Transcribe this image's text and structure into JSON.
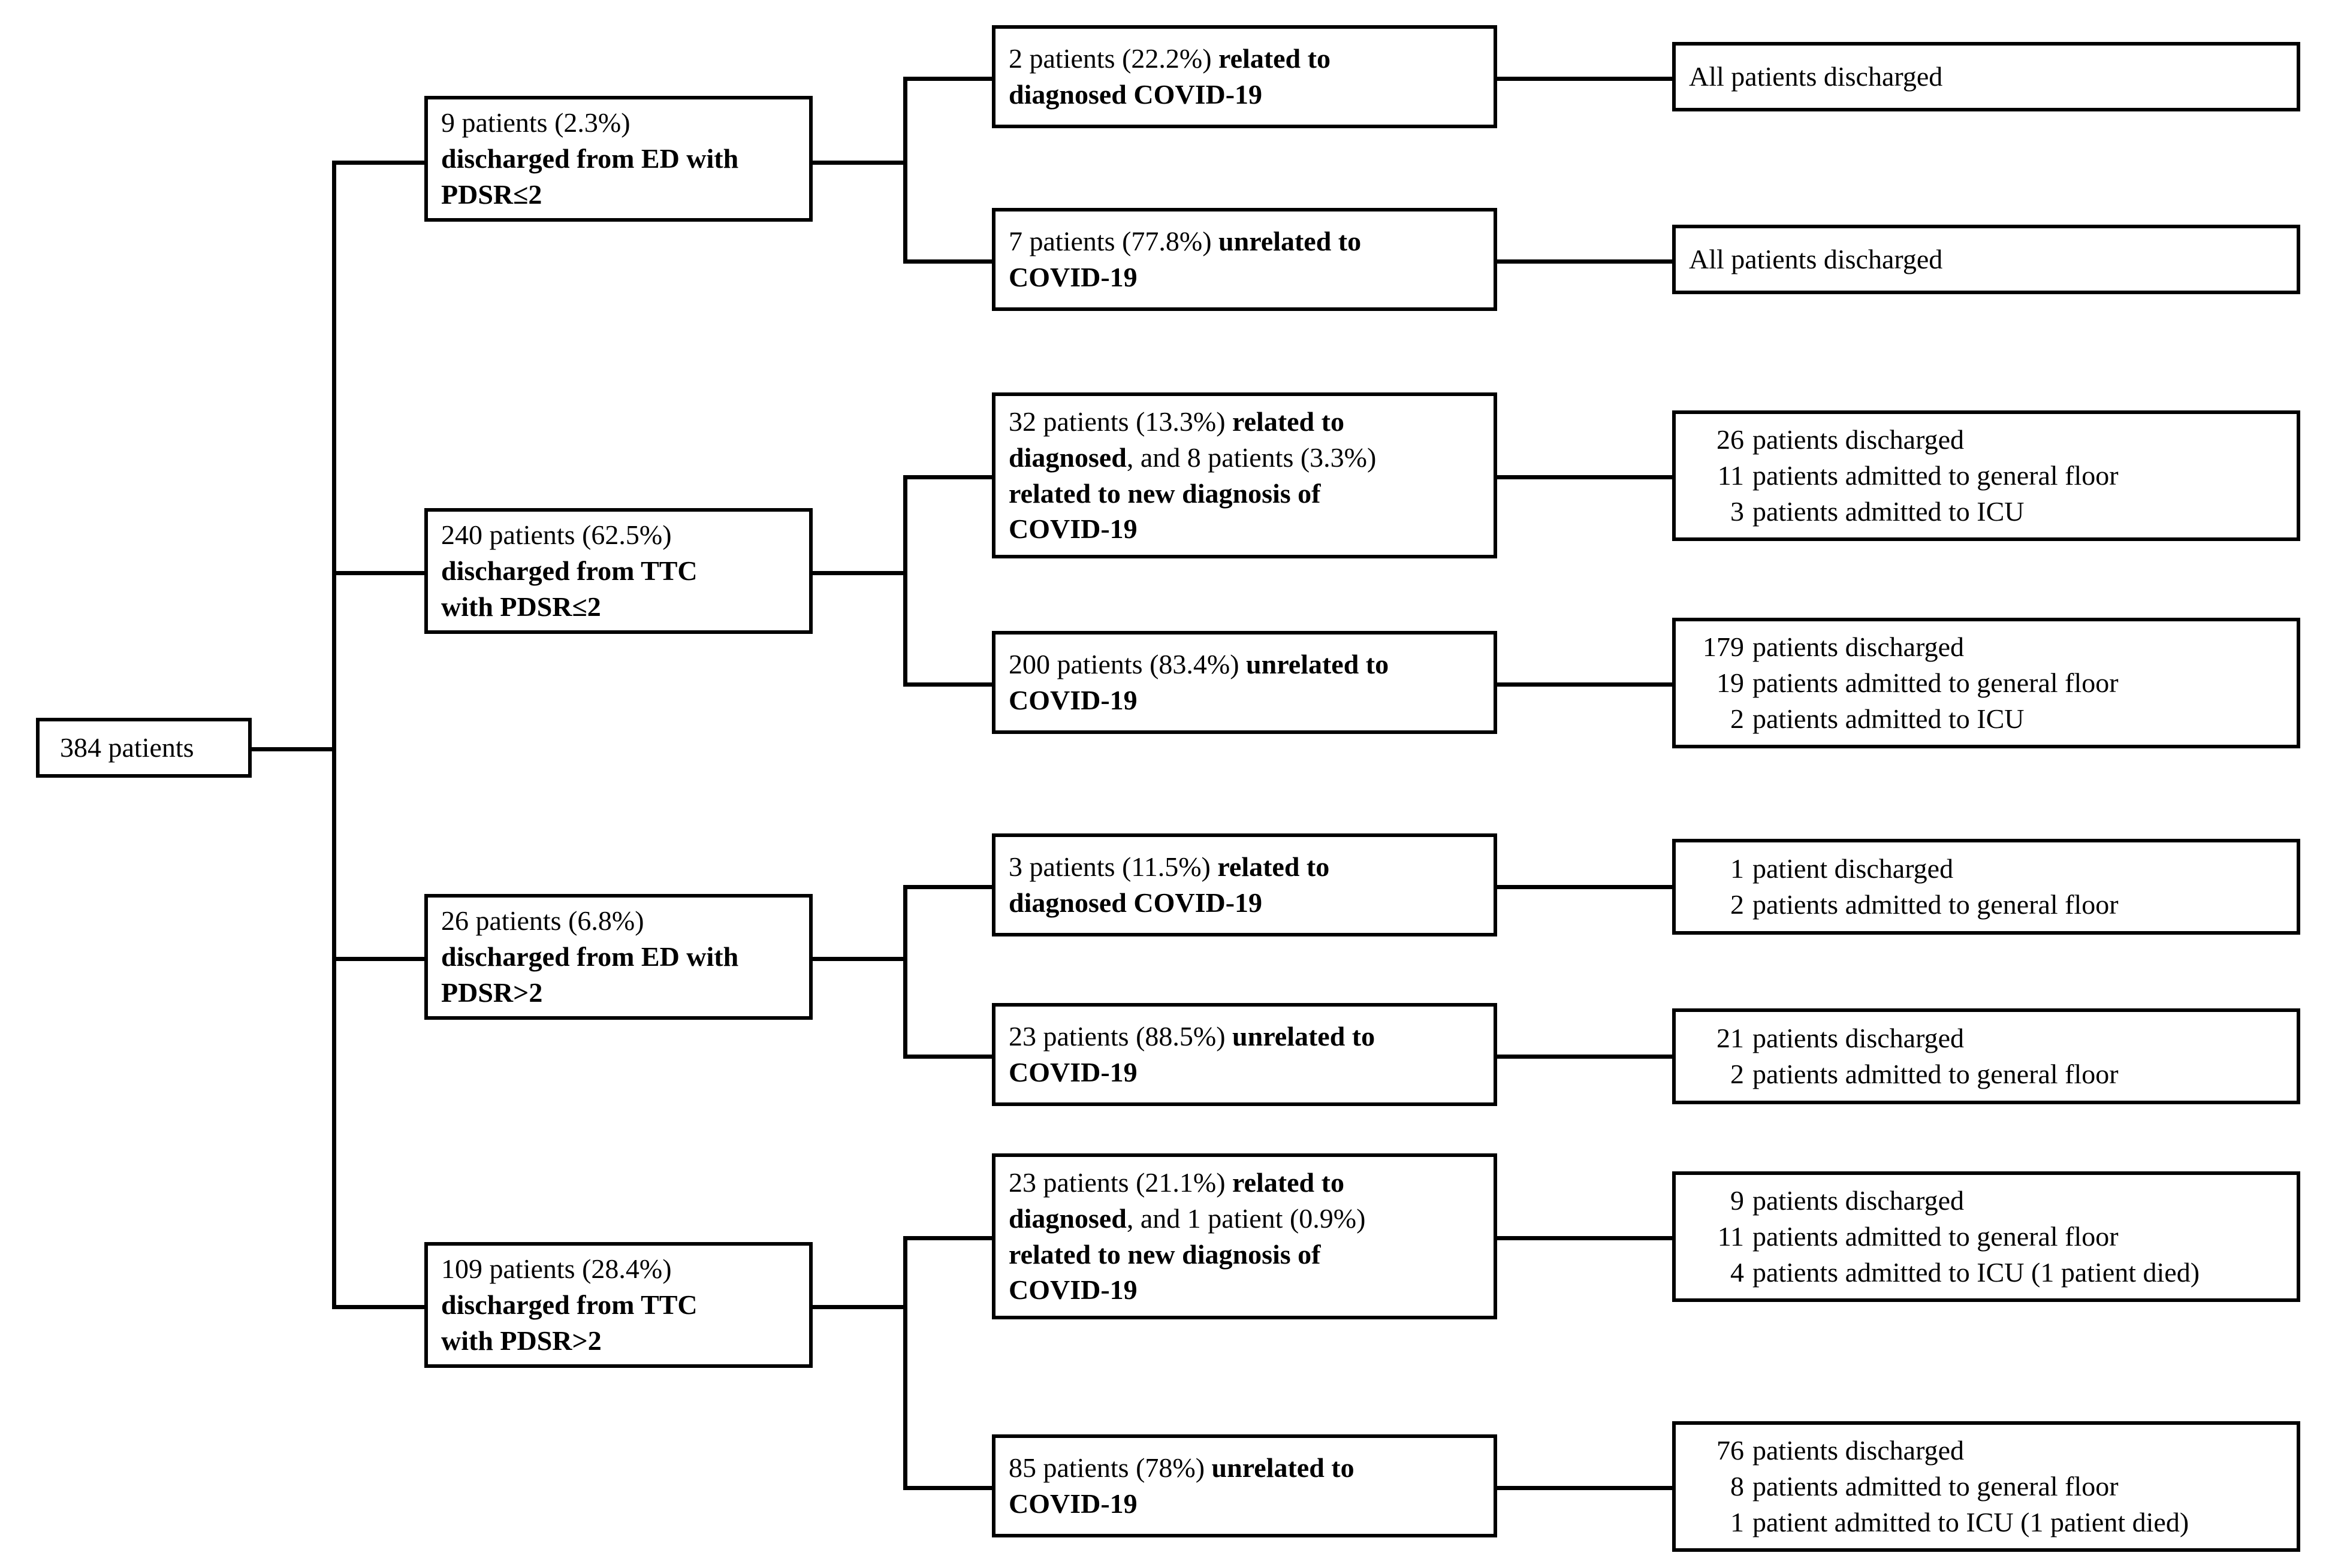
{
  "diagram": {
    "type": "flowchart",
    "title": "Patient disposition flow diagram",
    "root": {
      "label": "384 patients"
    },
    "branches": [
      {
        "id": "ed-pdsr-le2",
        "line1": "9 patients (2.3%)",
        "line2_bold": "discharged from ED with",
        "line3_bold": "PDSR≤2",
        "children": [
          {
            "id": "ed-le2-related",
            "plain1": "2 patients (22.2%) ",
            "bold1": "related to",
            "bold2": "diagnosed COVID-19",
            "outcome": {
              "simple": "All patients discharged",
              "lines": []
            }
          },
          {
            "id": "ed-le2-unrelated",
            "plain1": "7 patients (77.8%) ",
            "bold1": "unrelated to",
            "bold2": "COVID-19",
            "outcome": {
              "simple": "All patients discharged",
              "lines": []
            }
          }
        ]
      },
      {
        "id": "ttc-pdsr-le2",
        "line1": "240 patients (62.5%)",
        "line2_bold": "discharged from TTC",
        "line3_bold": "with PDSR≤2",
        "children": [
          {
            "id": "ttc-le2-related",
            "plain1": "32 patients (13.3%) ",
            "bold1": "related to",
            "bold2": "diagnosed",
            "plain2": ", and 8 patients (3.3%)",
            "bold3": "related to new diagnosis of",
            "bold4": "COVID-19",
            "outcome": {
              "simple": "",
              "lines": [
                {
                  "num": "26",
                  "rest": "patients discharged"
                },
                {
                  "num": "11",
                  "rest": "patients admitted to general floor"
                },
                {
                  "num": "3",
                  "rest": "patients admitted to ICU"
                }
              ]
            }
          },
          {
            "id": "ttc-le2-unrelated",
            "plain1": "200 patients (83.4%) ",
            "bold1": "unrelated to",
            "bold2": "COVID-19",
            "outcome": {
              "simple": "",
              "lines": [
                {
                  "num": "179",
                  "rest": "patients discharged"
                },
                {
                  "num": "19",
                  "rest": "patients admitted to general floor"
                },
                {
                  "num": "2",
                  "rest": "patients admitted to ICU"
                }
              ]
            }
          }
        ]
      },
      {
        "id": "ed-pdsr-gt2",
        "line1": "26 patients (6.8%)",
        "line2_bold": "discharged from ED with",
        "line3_bold": "PDSR>2",
        "children": [
          {
            "id": "ed-gt2-related",
            "plain1": "3 patients (11.5%) ",
            "bold1": "related to",
            "bold2": "diagnosed COVID-19",
            "outcome": {
              "simple": "",
              "lines": [
                {
                  "num": "1",
                  "rest": "patient discharged"
                },
                {
                  "num": "2",
                  "rest": "patients admitted to general floor"
                }
              ]
            }
          },
          {
            "id": "ed-gt2-unrelated",
            "plain1": "23 patients (88.5%) ",
            "bold1": "unrelated to",
            "bold2": "COVID-19",
            "outcome": {
              "simple": "",
              "lines": [
                {
                  "num": "21",
                  "rest": "patients discharged"
                },
                {
                  "num": "2",
                  "rest": "patients admitted to general floor"
                }
              ]
            }
          }
        ]
      },
      {
        "id": "ttc-pdsr-gt2",
        "line1": "109 patients (28.4%)",
        "line2_bold": "discharged from TTC",
        "line3_bold": "with PDSR>2",
        "children": [
          {
            "id": "ttc-gt2-related",
            "plain1": "23 patients (21.1%) ",
            "bold1": "related to",
            "bold2": "diagnosed",
            "plain2": ", and 1 patient (0.9%)",
            "bold3": "related to new diagnosis of",
            "bold4": "COVID-19",
            "outcome": {
              "simple": "",
              "lines": [
                {
                  "num": "9",
                  "rest": "patients discharged"
                },
                {
                  "num": "11",
                  "rest": "patients admitted to general floor"
                },
                {
                  "num": "4",
                  "rest": "patients admitted to ICU (1 patient died)"
                }
              ]
            }
          },
          {
            "id": "ttc-gt2-unrelated",
            "plain1": "85 patients (78%) ",
            "bold1": "unrelated to",
            "bold2": "COVID-19",
            "outcome": {
              "simple": "",
              "lines": [
                {
                  "num": "76",
                  "rest": "patients discharged"
                },
                {
                  "num": "8",
                  "rest": "patients admitted to general floor"
                },
                {
                  "num": "1",
                  "rest": "patient admitted to ICU (1 patient died)"
                }
              ]
            }
          }
        ]
      }
    ],
    "colors": {
      "border": "#000000",
      "text": "#000000",
      "background": "#ffffff"
    }
  }
}
